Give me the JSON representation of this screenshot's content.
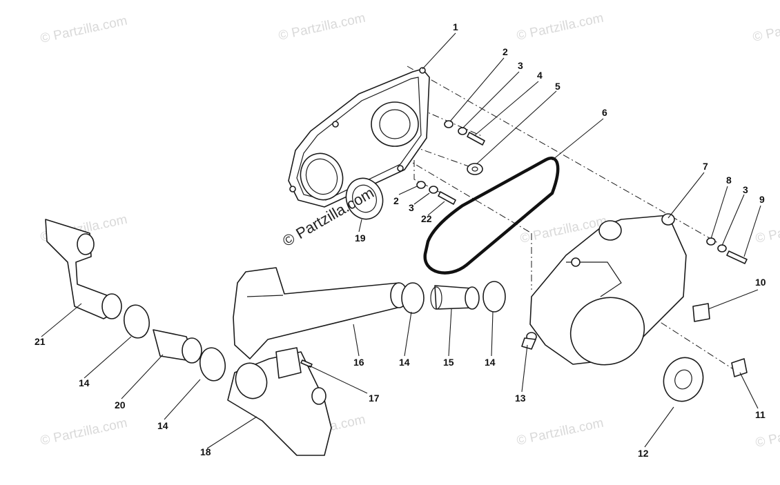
{
  "watermarks": [
    "© Partzilla.com",
    "© Partzilla.com",
    "© Partzilla.com",
    "© Partzilla.com",
    "© Partzilla.com",
    "© Partzilla.com",
    "© Partzilla.com",
    "© Partzilla.com",
    "© Partzilla.com",
    "© Partzilla.com",
    "© Partzilla.com",
    "© Partzilla.com"
  ],
  "center_watermark": "© Partzilla.com",
  "callouts": {
    "c1": "1",
    "c2a": "2",
    "c3a": "3",
    "c4": "4",
    "c5": "5",
    "c6": "6",
    "c7": "7",
    "c8": "8",
    "c3b": "3",
    "c9": "9",
    "c10": "10",
    "c11": "11",
    "c12": "12",
    "c13": "13",
    "c14a": "14",
    "c15": "15",
    "c14b": "14",
    "c16": "16",
    "c17": "17",
    "c18": "18",
    "c14c": "14",
    "c14d": "14",
    "c20": "20",
    "c21": "21",
    "c19": "19",
    "c2b": "2",
    "c3c": "3",
    "c22": "22"
  }
}
